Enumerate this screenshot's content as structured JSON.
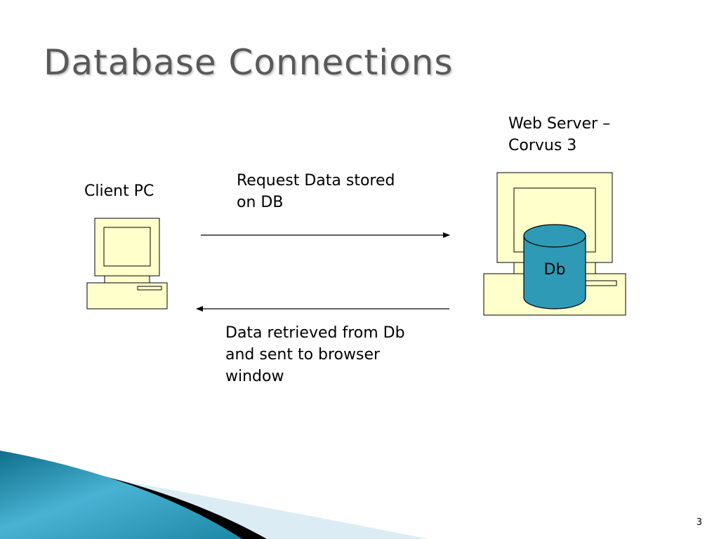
{
  "slide": {
    "title": "Database Connections",
    "page_number": "3"
  },
  "diagram": {
    "client_label": "Client PC",
    "server_label": "Web Server –\nCorvus 3",
    "database_label": "Db",
    "request_label": "Request Data stored\non DB",
    "response_label": "Data retrieved from Db\nand sent to browser\nwindow"
  },
  "colors": {
    "computer_fill": "#ffffcc",
    "database_fill": "#2e9ab5",
    "title_text": "#595959",
    "accent_teal": "#1f8aa6"
  }
}
